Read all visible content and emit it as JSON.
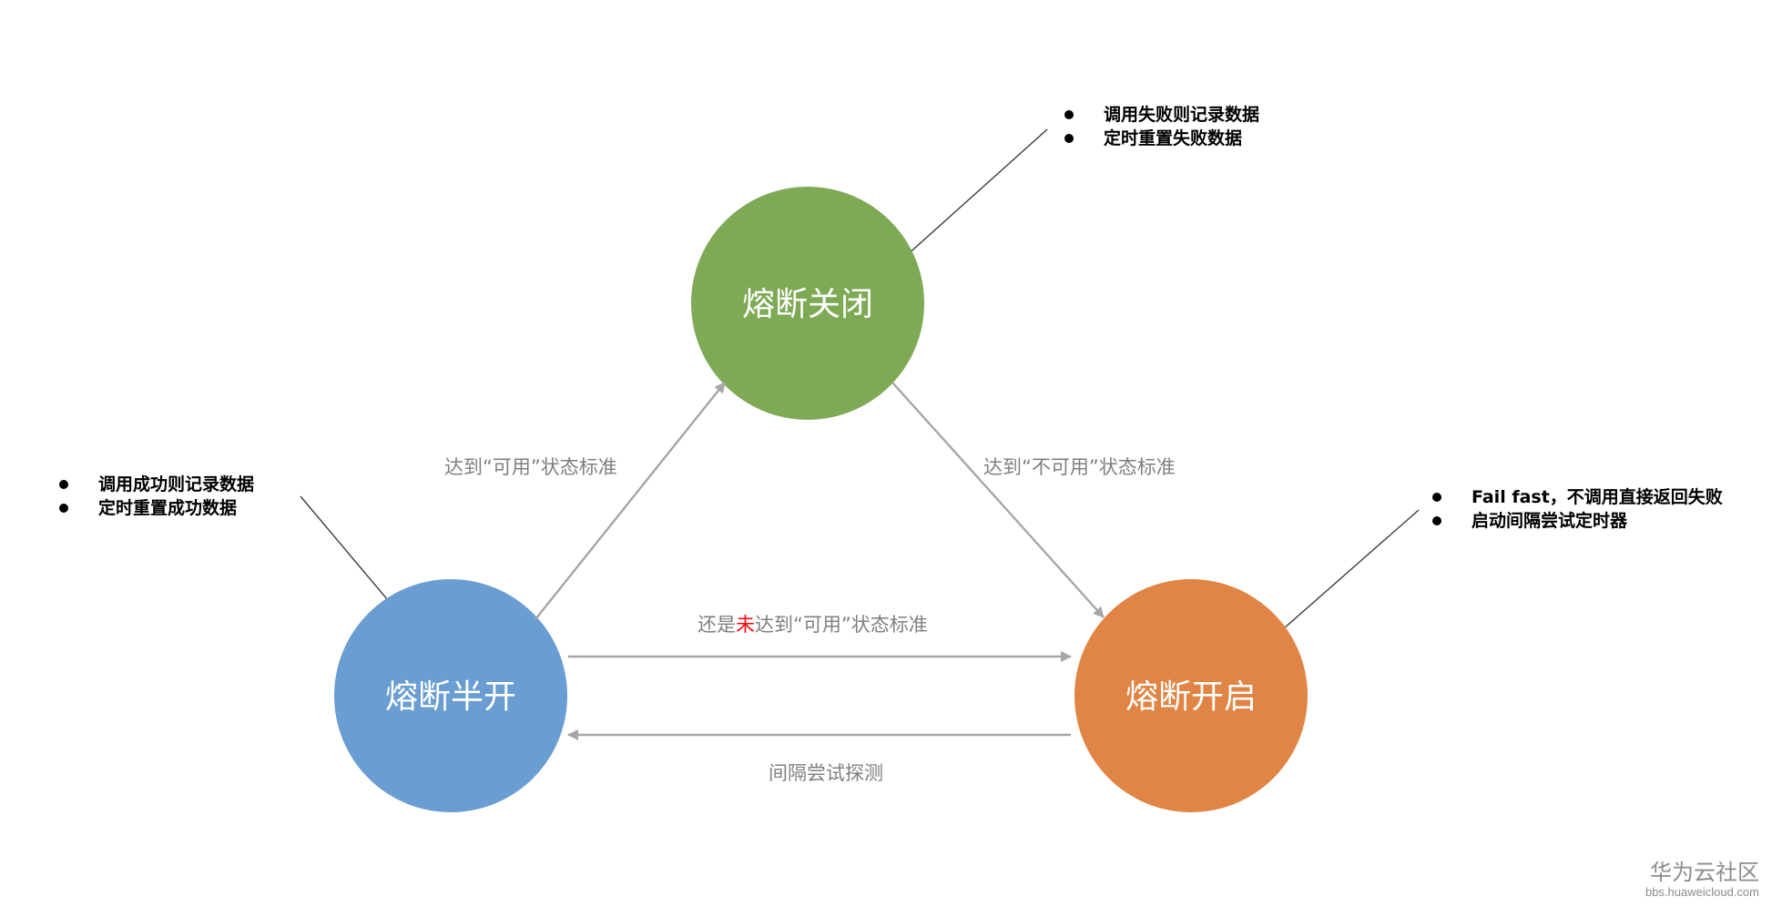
{
  "colors": {
    "closed": "#7ea955",
    "half_open": "#6a9dd1",
    "open": "#e08545",
    "arrow": "#a6a6a6",
    "edge_text": "#7f7f7f",
    "highlight": "#ff0000"
  },
  "nodes": {
    "closed": "熔断关闭",
    "half_open": "熔断半开",
    "open": "熔断开启"
  },
  "edges": {
    "half_to_closed": "达到“可用”状态标准",
    "closed_to_open": "达到“不可用”状态标准",
    "half_to_open_prefix": "还是",
    "half_to_open_highlight": "未",
    "half_to_open_suffix": "达到“可用”状态标准",
    "open_to_half": "间隔尝试探测"
  },
  "notes": {
    "closed": [
      "调用失败则记录数据",
      "定时重置失败数据"
    ],
    "half_open": [
      "调用成功则记录数据",
      "定时重置成功数据"
    ],
    "open": [
      "Fail fast，不调用直接返回失败",
      "启动间隔尝试定时器"
    ]
  },
  "watermark": {
    "brand": "华为云社区",
    "url": "bbs.huaweicloud.com"
  }
}
